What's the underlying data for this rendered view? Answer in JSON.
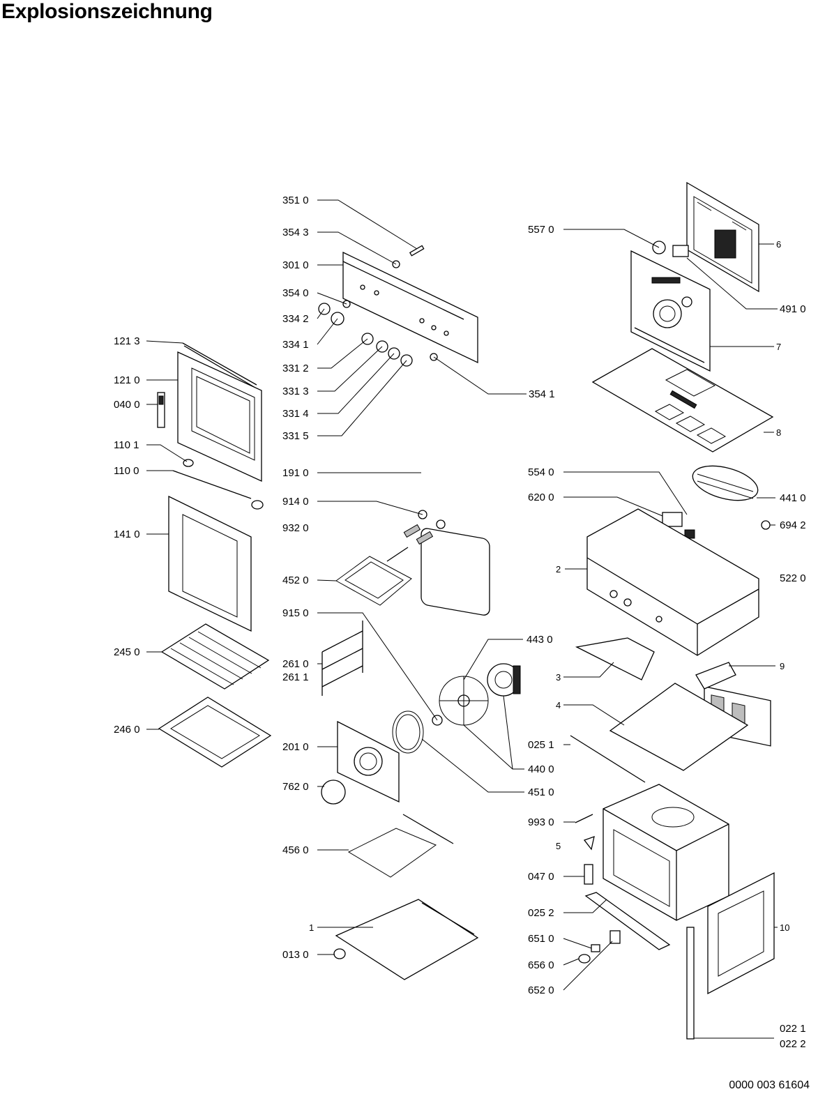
{
  "title": "Explosionszeichnung",
  "document_number": "0000 003 61604",
  "callouts": [
    {
      "id": "c-351-0",
      "label": "351 0"
    },
    {
      "id": "c-354-3",
      "label": "354 3"
    },
    {
      "id": "c-301-0",
      "label": "301 0"
    },
    {
      "id": "c-354-0",
      "label": "354 0"
    },
    {
      "id": "c-334-2",
      "label": "334 2"
    },
    {
      "id": "c-334-1",
      "label": "334 1"
    },
    {
      "id": "c-331-2",
      "label": "331 2"
    },
    {
      "id": "c-331-3",
      "label": "331 3"
    },
    {
      "id": "c-331-4",
      "label": "331 4"
    },
    {
      "id": "c-331-5",
      "label": "331 5"
    },
    {
      "id": "c-354-1",
      "label": "354 1"
    },
    {
      "id": "c-557-0",
      "label": "557 0"
    },
    {
      "id": "c-6",
      "label": "6"
    },
    {
      "id": "c-491-0",
      "label": "491 0"
    },
    {
      "id": "c-7",
      "label": "7"
    },
    {
      "id": "c-8",
      "label": "8"
    },
    {
      "id": "c-121-3",
      "label": "121 3"
    },
    {
      "id": "c-121-0",
      "label": "121 0"
    },
    {
      "id": "c-040-0",
      "label": "040 0"
    },
    {
      "id": "c-110-1",
      "label": "110 1"
    },
    {
      "id": "c-110-0",
      "label": "110 0"
    },
    {
      "id": "c-141-0",
      "label": "141 0"
    },
    {
      "id": "c-191-0",
      "label": "191 0"
    },
    {
      "id": "c-914-0",
      "label": "914 0"
    },
    {
      "id": "c-932-0",
      "label": "932 0"
    },
    {
      "id": "c-452-0",
      "label": "452 0"
    },
    {
      "id": "c-554-0",
      "label": "554 0"
    },
    {
      "id": "c-620-0",
      "label": "620 0"
    },
    {
      "id": "c-441-0",
      "label": "441 0"
    },
    {
      "id": "c-694-2",
      "label": "694 2"
    },
    {
      "id": "c-2",
      "label": "2"
    },
    {
      "id": "c-522-0",
      "label": "522 0"
    },
    {
      "id": "c-915-0",
      "label": "915 0"
    },
    {
      "id": "c-245-0",
      "label": "245 0"
    },
    {
      "id": "c-261-0",
      "label": "261 0"
    },
    {
      "id": "c-261-1",
      "label": "261 1"
    },
    {
      "id": "c-443-0",
      "label": "443 0"
    },
    {
      "id": "c-3",
      "label": "3"
    },
    {
      "id": "c-9",
      "label": "9"
    },
    {
      "id": "c-4",
      "label": "4"
    },
    {
      "id": "c-246-0",
      "label": "246 0"
    },
    {
      "id": "c-201-0",
      "label": "201 0"
    },
    {
      "id": "c-025-1",
      "label": "025 1"
    },
    {
      "id": "c-440-0",
      "label": "440 0"
    },
    {
      "id": "c-762-0",
      "label": "762 0"
    },
    {
      "id": "c-451-0",
      "label": "451 0"
    },
    {
      "id": "c-993-0",
      "label": "993 0"
    },
    {
      "id": "c-5",
      "label": "5"
    },
    {
      "id": "c-456-0",
      "label": "456 0"
    },
    {
      "id": "c-047-0",
      "label": "047 0"
    },
    {
      "id": "c-025-2",
      "label": "025 2"
    },
    {
      "id": "c-1",
      "label": "1"
    },
    {
      "id": "c-10",
      "label": "10"
    },
    {
      "id": "c-651-0",
      "label": "651 0"
    },
    {
      "id": "c-013-0",
      "label": "013 0"
    },
    {
      "id": "c-656-0",
      "label": "656 0"
    },
    {
      "id": "c-652-0",
      "label": "652 0"
    },
    {
      "id": "c-022-1",
      "label": "022 1"
    },
    {
      "id": "c-022-2",
      "label": "022 2"
    }
  ]
}
